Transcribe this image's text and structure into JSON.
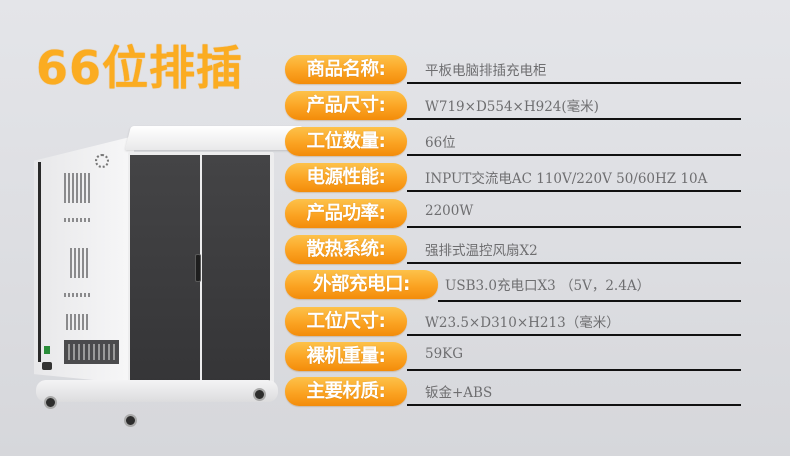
{
  "headline": "66位排插",
  "colors": {
    "accent": "#fbac21",
    "pill_top": "#fdc24a",
    "pill_bottom": "#f38c0a",
    "value_text": "#6e6e70",
    "underline": "#111111",
    "background": "#e0e1e5"
  },
  "product_image": {
    "icon": "charging-cabinet-illustration"
  },
  "specs": [
    {
      "label": "商品名称:",
      "value": "平板电脑排插充电柜"
    },
    {
      "label": "产品尺寸:",
      "value": "W719×D554×H924(毫米)"
    },
    {
      "label": "工位数量:",
      "value": "66位"
    },
    {
      "label": "电源性能:",
      "value": "INPUT交流电AC 110V/220V 50/60HZ   10A"
    },
    {
      "label": "产品功率:",
      "value": "2200W"
    },
    {
      "label": "散热系统:",
      "value": "强排式温控风扇X2"
    },
    {
      "label": "外部充电口:",
      "value": "USB3.0充电口X3 （5V，2.4A）"
    },
    {
      "label": "工位尺寸:",
      "value": "W23.5×D310×H213（毫米）"
    },
    {
      "label": "裸机重量:",
      "value": "59KG"
    },
    {
      "label": "主要材质:",
      "value": "钣金+ABS"
    }
  ]
}
